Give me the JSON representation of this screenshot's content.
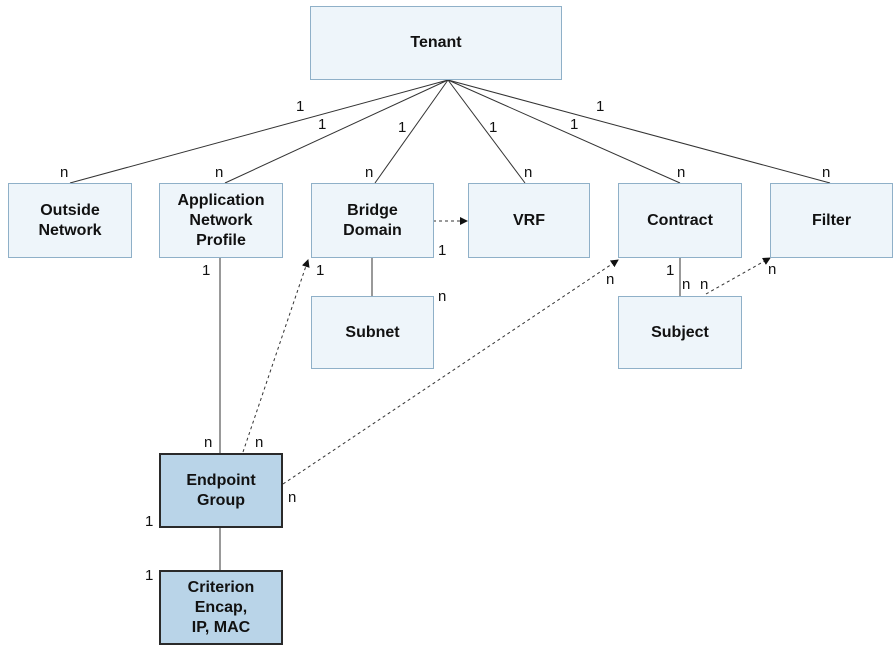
{
  "nodes": {
    "tenant": "Tenant",
    "outside_network": "Outside\nNetwork",
    "app_profile": "Application\nNetwork\nProfile",
    "bridge_domain": "Bridge\nDomain",
    "vrf": "VRF",
    "contract": "Contract",
    "filter": "Filter",
    "subnet": "Subnet",
    "subject": "Subject",
    "epg": "Endpoint\nGroup",
    "criterion": "Criterion\nEncap,\nIP, MAC"
  },
  "cardinality": {
    "tenant_outside_1": "1",
    "tenant_outside_n": "n",
    "tenant_app_1": "1",
    "tenant_app_n": "n",
    "tenant_bd_1": "1",
    "tenant_bd_n": "n",
    "tenant_vrf_1": "1",
    "tenant_vrf_n": "n",
    "tenant_contract_1": "1",
    "tenant_contract_n": "n",
    "tenant_filter_1": "1",
    "tenant_filter_n": "n",
    "bd_vrf_1": "1",
    "bd_subnet_n": "n",
    "bd_epg_1": "1",
    "app_epg_1": "1",
    "epg_app_n": "n",
    "epg_bd_n": "n",
    "epg_contract_n": "n",
    "contract_epg_n": "n",
    "contract_subject_1": "1",
    "subject_contract_n": "n",
    "subject_filter_n": "n",
    "filter_subject_n": "n",
    "epg_criterion_1": "1",
    "criterion_epg_1": "1"
  }
}
